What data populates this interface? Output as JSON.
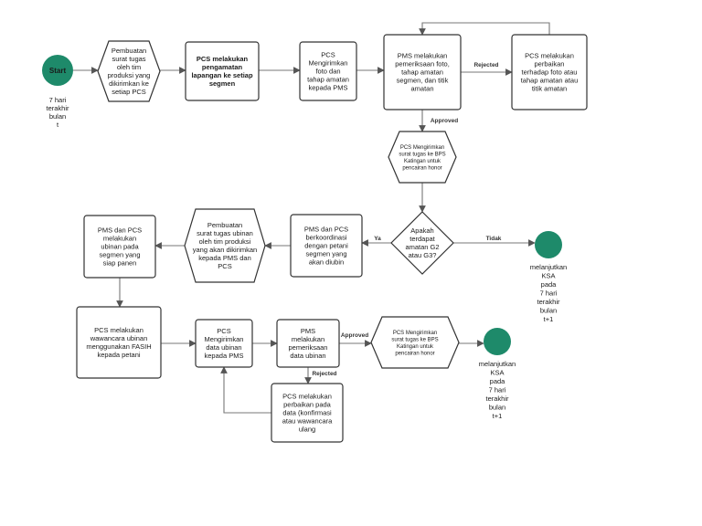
{
  "nodes": [
    {
      "id": "start",
      "text": "Start"
    },
    {
      "id": "start_note",
      "text": "7 hari\nterakhir\nbulan\nt"
    },
    {
      "id": "n1",
      "text": "Pembuatan\nsurat tugas\noleh tim\nproduksi yang\ndikirimkan ke\nsetiap PCS"
    },
    {
      "id": "n2",
      "text": "PCS  melakukan\npengamatan\nlapangan ke setiap\nsegmen"
    },
    {
      "id": "n3",
      "text": "PCS\nMengirimkan\nfoto dan\ntahap amatan\nkepada PMS"
    },
    {
      "id": "n4",
      "text": "PMS melakukan\npemeriksaan foto,\ntahap amatan\nsegmen, dan titik\namatan"
    },
    {
      "id": "n5",
      "text": "PCS melakukan\nperbaikan\nterhadap foto atau\ntahap amatan atau\ntitik amatan"
    },
    {
      "id": "n6",
      "text": "PCS Mengirimkan\nsurat tugas ke BPS\nKatingan untuk\npencairan honor"
    },
    {
      "id": "n7",
      "text": "Apakah\nterdapat\namatan G2\natau G3?"
    },
    {
      "id": "end1",
      "text": ""
    },
    {
      "id": "end1_note",
      "text": "melanjutkan\nKSA\npada\n7 hari\nterakhir\nbulan\nt+1"
    },
    {
      "id": "n8",
      "text": "PMS dan PCS\nberkoordinasi\ndengan petani\nsegmen yang\nakan diubin"
    },
    {
      "id": "n9",
      "text": "Pembuatan\nsurat tugas ubinan\noleh tim produksi\nyang akan dikirimkan\nkepada PMS dan\nPCS"
    },
    {
      "id": "n10",
      "text": "PMS dan PCS\nmelakukan\nubinan pada\nsegmen yang\nsiap panen"
    },
    {
      "id": "n11",
      "text": "PCS melakukan\nwawancara ubinan\nmenggunakan FASIH\nkepada petani"
    },
    {
      "id": "n12",
      "text": "PCS\nMengirimkan\ndata ubinan\nkepada PMS"
    },
    {
      "id": "n13",
      "text": "PMS\nmelakukan\npemeriksaan\ndata ubinan"
    },
    {
      "id": "n14",
      "text": "PCS Mengirimkan\nsurat tugas ke BPS\nKatingan untuk\npencairan honor"
    },
    {
      "id": "end2",
      "text": ""
    },
    {
      "id": "end2_note",
      "text": "melanjutkan\nKSA\npada\n7 hari\nterakhir\nbulan\nt+1"
    },
    {
      "id": "n15",
      "text": "PCS melakukan\nperbaikan pada\ndata (konfirmasi\natau wawancara\nulang"
    }
  ],
  "edges": [
    {
      "from": "start",
      "to": "n1",
      "label": ""
    },
    {
      "from": "n1",
      "to": "n2",
      "label": ""
    },
    {
      "from": "n2",
      "to": "n3",
      "label": ""
    },
    {
      "from": "n3",
      "to": "n4",
      "label": ""
    },
    {
      "from": "n4",
      "to": "n5",
      "label": "Rejected"
    },
    {
      "from": "n5",
      "to": "n4",
      "label": ""
    },
    {
      "from": "n4",
      "to": "n6",
      "label": "Approved"
    },
    {
      "from": "n6",
      "to": "n7",
      "label": ""
    },
    {
      "from": "n7",
      "to": "end1",
      "label": "Tidak"
    },
    {
      "from": "n7",
      "to": "n8",
      "label": "Ya"
    },
    {
      "from": "n8",
      "to": "n9",
      "label": ""
    },
    {
      "from": "n9",
      "to": "n10",
      "label": ""
    },
    {
      "from": "n10",
      "to": "n11",
      "label": ""
    },
    {
      "from": "n11",
      "to": "n12",
      "label": ""
    },
    {
      "from": "n12",
      "to": "n13",
      "label": ""
    },
    {
      "from": "n13",
      "to": "n14",
      "label": "Approved"
    },
    {
      "from": "n14",
      "to": "end2",
      "label": ""
    },
    {
      "from": "n13",
      "to": "n15",
      "label": "Rejected"
    },
    {
      "from": "n15",
      "to": "n12",
      "label": ""
    }
  ],
  "colors": {
    "terminal": "#1e8a6a",
    "stroke": "#333333",
    "connector": "#777777"
  }
}
